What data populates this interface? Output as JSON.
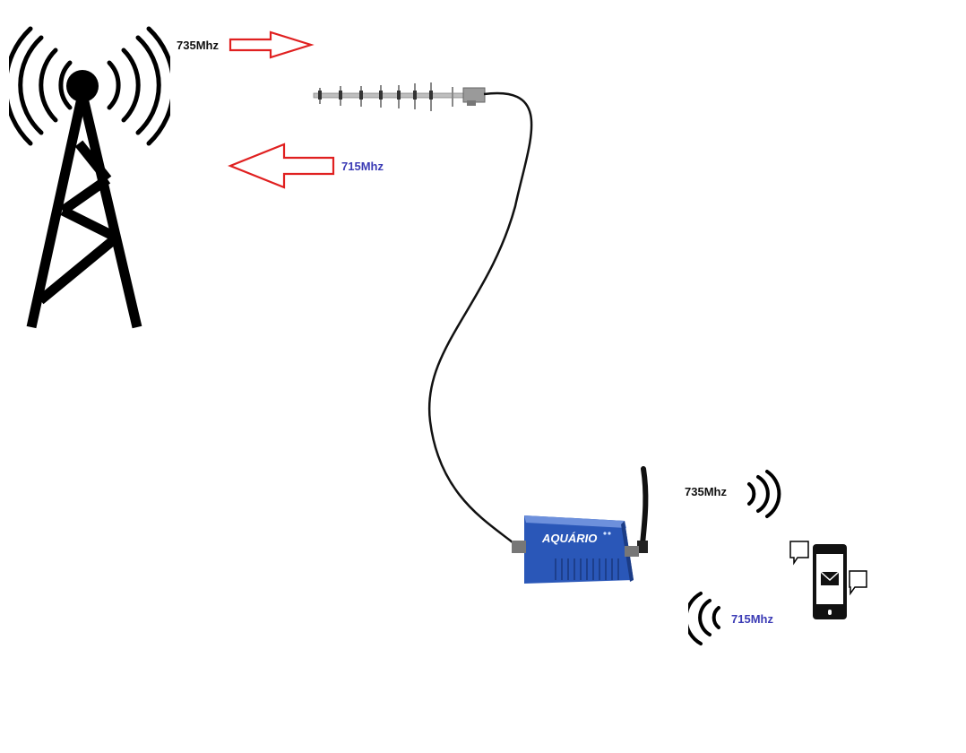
{
  "labels": {
    "tower_down": "735Mhz",
    "tower_up": "715Mhz",
    "indoor_down": "735Mhz",
    "indoor_up": "715Mhz"
  },
  "repeater": {
    "brand": "AQUÁRIO"
  },
  "colors": {
    "downlink_text": "#111111",
    "uplink_text": "#3b3bb5",
    "arrow": "#e02020",
    "repeater_body": "#2a57b8",
    "icon": "#000000"
  },
  "icons": {
    "tower": "cell-tower-icon",
    "yagi": "yagi-antenna",
    "repeater": "signal-repeater",
    "phone": "mobile-phone-icon"
  }
}
